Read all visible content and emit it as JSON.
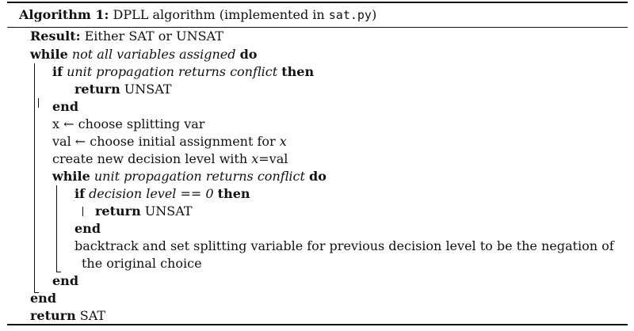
{
  "algorithm": {
    "label": "Algorithm 1:",
    "title_prefix": "DPLL algorithm (implemented in ",
    "file_name": "sat.py",
    "title_suffix": ")"
  },
  "lines": {
    "l1": {
      "kw": "Result:",
      "text": " Either SAT or UNSAT"
    },
    "l2": {
      "kw": "while",
      "cond": "not all variables assigned",
      "kw2": "do"
    },
    "l3": {
      "kw": "if",
      "cond": "unit propagation returns conflict",
      "kw2": "then"
    },
    "l4": {
      "kw": "return",
      "text": " UNSAT"
    },
    "l5": {
      "kw": "end"
    },
    "l6": {
      "text": "x ← choose splitting var"
    },
    "l7": {
      "text": "val ← choose initial assignment for ",
      "var": "x"
    },
    "l8": {
      "text": "create new decision level with ",
      "var": "x",
      "text2": "=val"
    },
    "l9": {
      "kw": "while",
      "cond": "unit propagation returns conflict",
      "kw2": "do"
    },
    "l10": {
      "kw": "if",
      "cond": "decision level == 0",
      "kw2": "then"
    },
    "l11": {
      "kw": "return",
      "text": " UNSAT"
    },
    "l12": {
      "kw": "end"
    },
    "l13": {
      "text": "backtrack and set splitting variable for previous decision level to be the negation of"
    },
    "l14": {
      "text": "the original choice"
    },
    "l15": {
      "kw": "end"
    },
    "l16": {
      "kw": "end"
    },
    "l17": {
      "kw": "return",
      "text": " SAT"
    }
  }
}
